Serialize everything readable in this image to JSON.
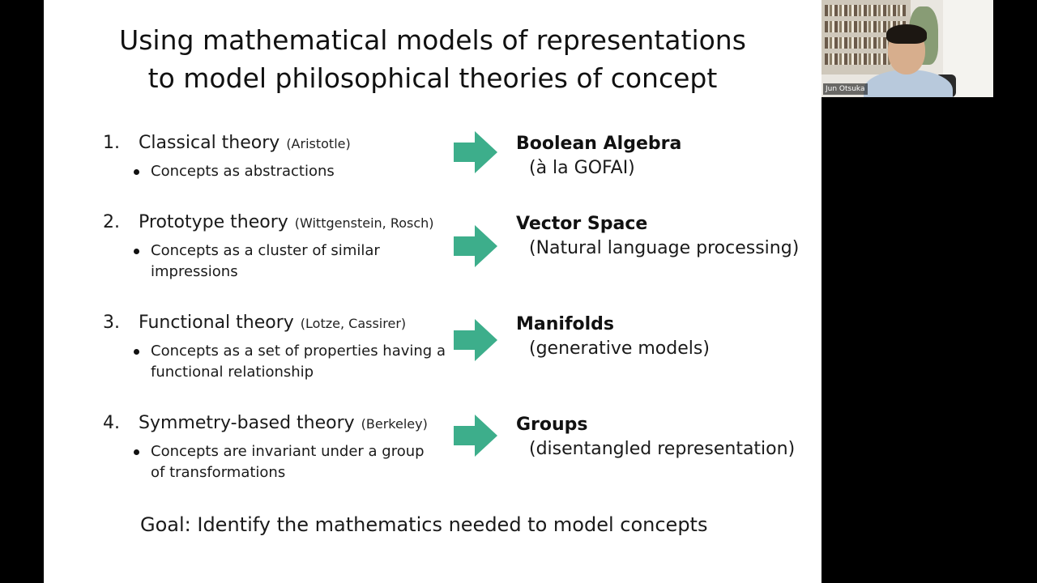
{
  "slide": {
    "title_line1": "Using mathematical models of representations",
    "title_line2": "to model philosophical theories of concept",
    "items": [
      {
        "number": "1.",
        "theory": "Classical theory",
        "authors": "(Aristotle)",
        "bullet": "Concepts as abstractions",
        "model": "Boolean Algebra",
        "model_note": "(à la GOFAI)"
      },
      {
        "number": "2.",
        "theory": "Prototype theory",
        "authors": "(Wittgenstein, Rosch)",
        "bullet": "Concepts as a cluster of similar impressions",
        "model": "Vector Space",
        "model_note": "(Natural language processing)"
      },
      {
        "number": "3.",
        "theory": "Functional theory",
        "authors": "(Lotze, Cassirer)",
        "bullet": "Concepts as a set of properties having a functional relationship",
        "model": "Manifolds",
        "model_note": "(generative models)"
      },
      {
        "number": "4.",
        "theory": "Symmetry-based theory",
        "authors": "(Berkeley)",
        "bullet": "Concepts are invariant under a group of transformations",
        "model": "Groups",
        "model_note": "(disentangled representation)"
      }
    ],
    "goal": "Goal: Identify the mathematics needed to model concepts",
    "arrow_color": "#3dae8b"
  },
  "video": {
    "participant_name": "Jun Otsuka"
  }
}
